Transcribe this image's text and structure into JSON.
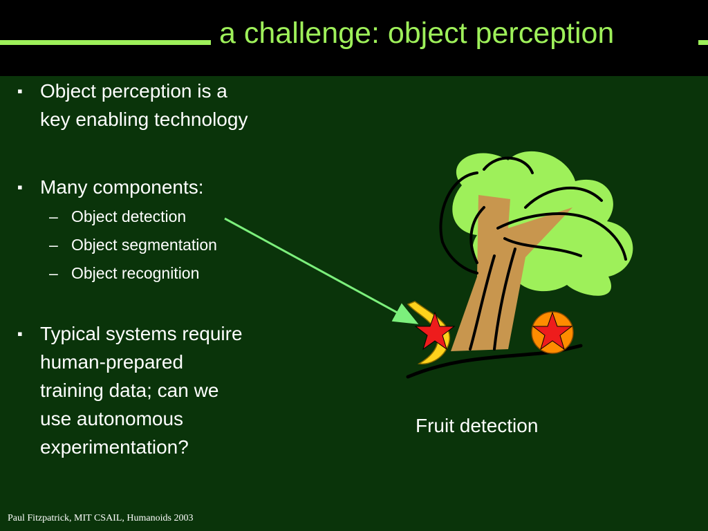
{
  "slide": {
    "title": "a challenge: object perception",
    "bullets": [
      {
        "text_lines": [
          "Object perception is a",
          "key enabling technology"
        ]
      },
      {
        "text_lines": [
          "Many components:"
        ],
        "sub_items": [
          "Object detection",
          "Object segmentation",
          "Object recognition"
        ]
      },
      {
        "text_lines": [
          "Typical systems require",
          "human-prepared",
          "training data; can we",
          "use autonomous",
          "experimentation?"
        ]
      }
    ],
    "bullet_symbol": "▪",
    "sub_bullet_symbol": "–",
    "caption": "Fruit detection",
    "footer": "Paul Fitzpatrick, MIT CSAIL, Humanoids 2003"
  },
  "colors": {
    "background": "#0a340a",
    "title_bar": "#000000",
    "title_text": "#9ef05a",
    "body_text": "#ffffff",
    "arrow": "#7cf07c",
    "foliage": "#9ef05a",
    "trunk": "#c8964e",
    "star": "#ee1c1c",
    "banana": "#ffd21c",
    "orange": "#ff8c00"
  },
  "illustration": {
    "icons": [
      "tree-icon",
      "banana-icon",
      "orange-icon",
      "star-icon",
      "arrow-icon"
    ]
  }
}
